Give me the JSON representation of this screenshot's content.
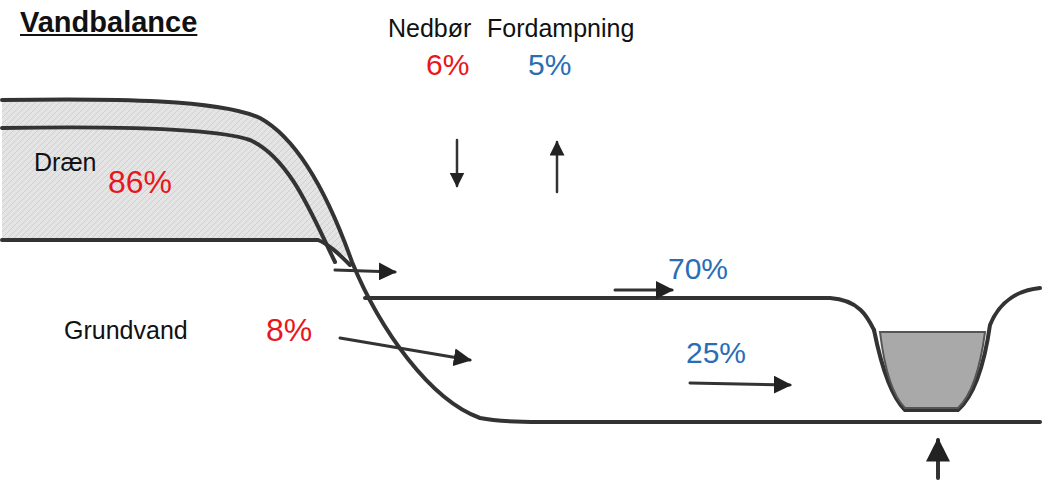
{
  "diagram": {
    "title": "Vandbalance",
    "labels": [
      "Nedbør",
      "6%",
      "Fordampning",
      "5%",
      "Dræn",
      "86%",
      "Grundvand",
      "8%",
      "70%",
      "25%"
    ]
  }
}
